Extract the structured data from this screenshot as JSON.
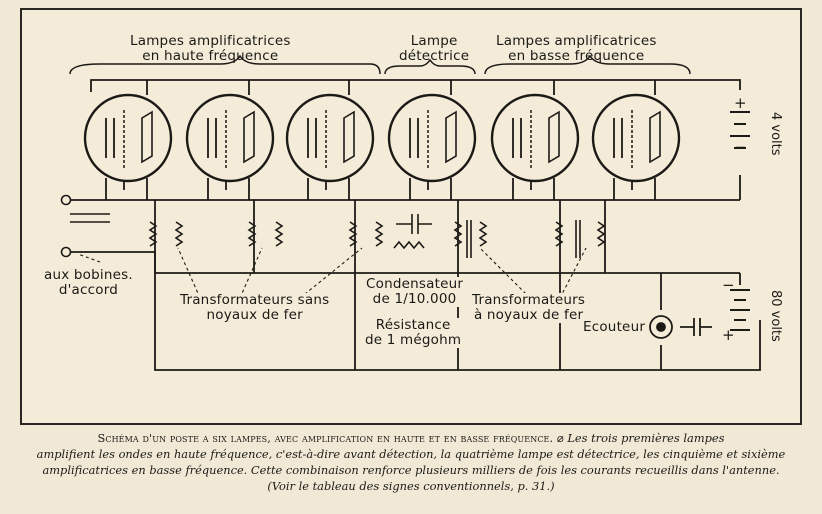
{
  "labels": {
    "hf_group": [
      "Lampes amplificatrices",
      "en haute fréquence"
    ],
    "detector": [
      "Lampe",
      "détectrice"
    ],
    "bf_group": [
      "Lampes amplificatrices",
      "en basse fréquence"
    ],
    "bobines": [
      "aux bobines.",
      "d'accord"
    ],
    "transfo_sans": [
      "Transformateurs sans",
      "noyaux de fer"
    ],
    "condensateur": [
      "Condensateur",
      "de 1/10.000"
    ],
    "resistance": [
      "Résistance",
      "de 1 mégohm"
    ],
    "transfo_fer": [
      "Transformateurs",
      "à noyaux de fer"
    ],
    "ecouteur": "Ecouteur",
    "volts4": "4 volts",
    "volts80": "80 volts",
    "plus": "+",
    "minus": "−"
  },
  "caption": {
    "heading": "Schéma d'un poste a six lampes, avec amplification en haute et en basse fréquence.",
    "mark": "⌀",
    "line1_rest": "Les trois premières lampes",
    "line2": "amplifient les ondes en haute fréquence, c'est-à-dire avant détection, la quatrième lampe est détectrice, les cinquième et sixième",
    "line3": "amplificatrices en basse fréquence. Cette combinaison renforce plusieurs milliers de fois les courants recueillis dans l'antenne.",
    "line4": "(Voir le tableau des signes conventionnels, p. 31.)"
  }
}
